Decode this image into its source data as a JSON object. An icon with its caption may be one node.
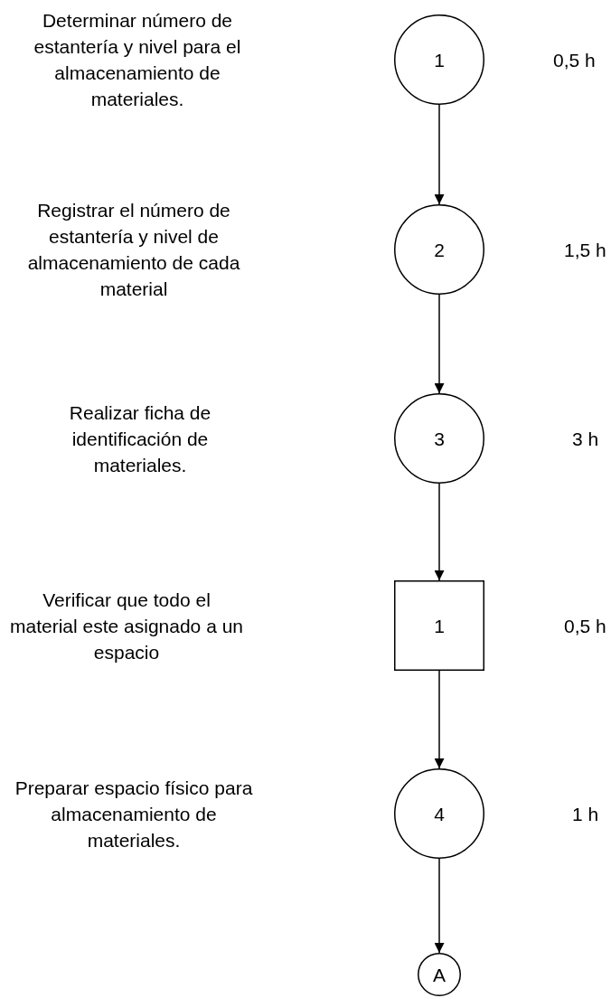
{
  "diagram": {
    "nodes": [
      {
        "text": [
          "1"
        ]
      },
      {
        "text": [
          "2"
        ]
      },
      {
        "text": [
          "3"
        ]
      },
      {
        "text": [
          "1"
        ]
      },
      {
        "text": [
          "4"
        ]
      },
      {
        "text": [
          "A"
        ]
      }
    ],
    "edges": [
      {
        "from": 0,
        "to": 1,
        "arrow": "to"
      },
      {
        "from": 1,
        "to": 2,
        "arrow": "to"
      },
      {
        "from": 2,
        "to": 3,
        "arrow": "to"
      },
      {
        "from": 3,
        "to": 4,
        "arrow": "to"
      },
      {
        "from": 4,
        "to": 5,
        "arrow": "to"
      }
    ],
    "labels": [
      "Determinar número de estantería y nivel para el almacenamiento de materiales.",
      "0,5 h",
      "Registrar el número de estantería y nivel de almacenamiento de cada material",
      "1,5 h",
      "Realizar ficha de identificación de materiales.",
      "3 h",
      "Verificar que todo el material este asignado a un espacio",
      "0,5 h",
      "Preparar espacio físico para almacenamiento de materiales.",
      "1 h"
    ]
  }
}
